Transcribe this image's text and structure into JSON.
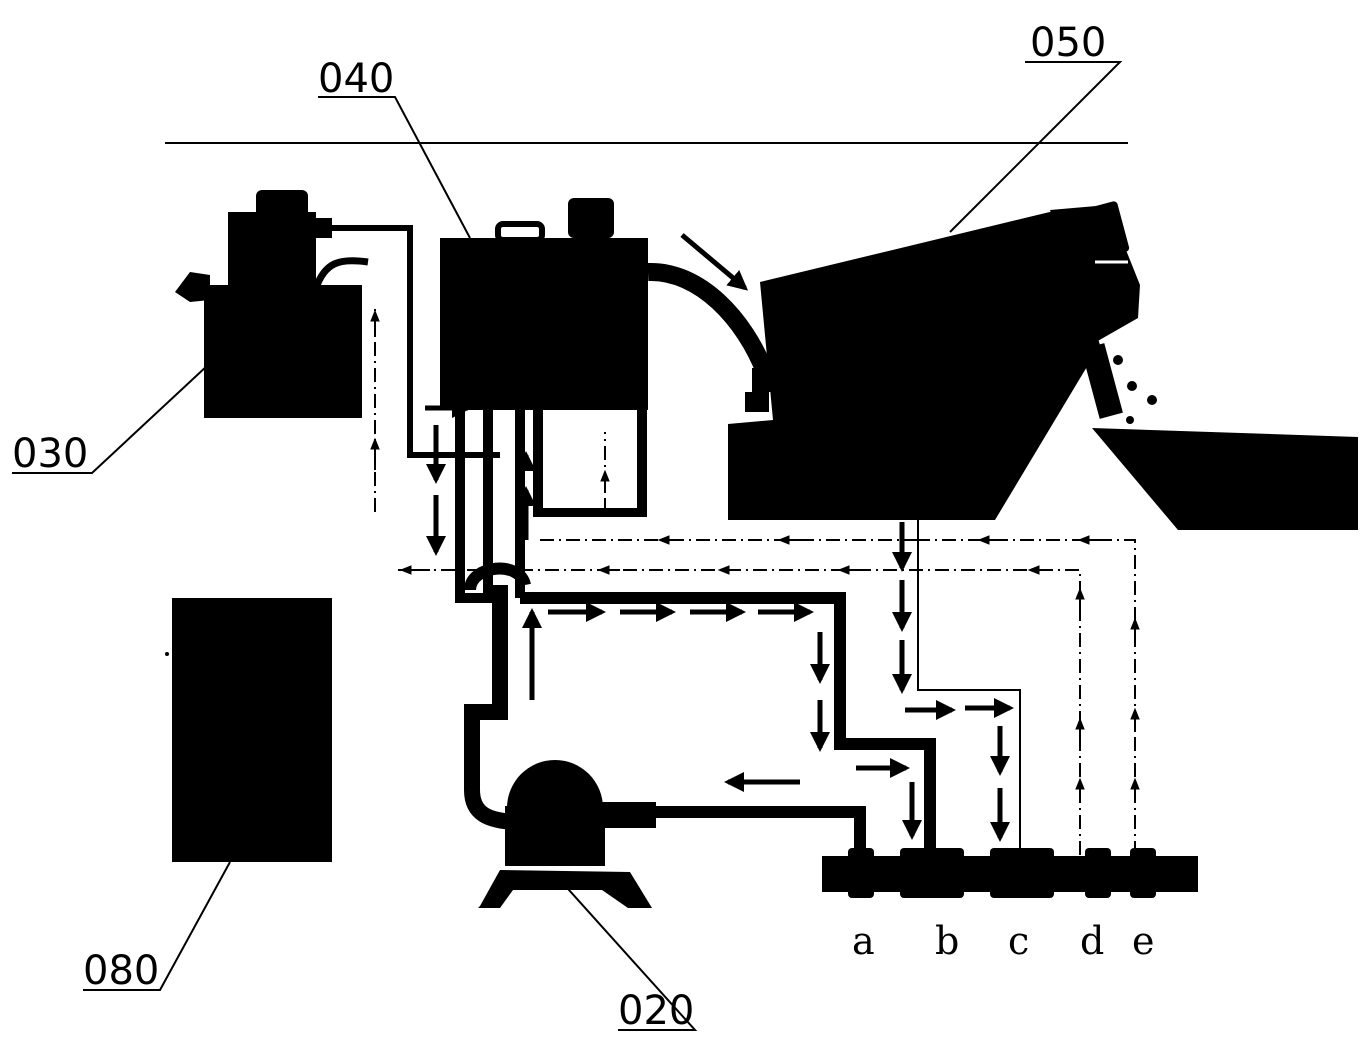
{
  "labels": {
    "l020": "020",
    "l030": "030",
    "l040": "040",
    "l050": "050",
    "l080": "080"
  },
  "ports": [
    "a",
    "b",
    "c",
    "d",
    "e"
  ],
  "colors": {
    "ink": "#000000",
    "paper": "#ffffff"
  }
}
